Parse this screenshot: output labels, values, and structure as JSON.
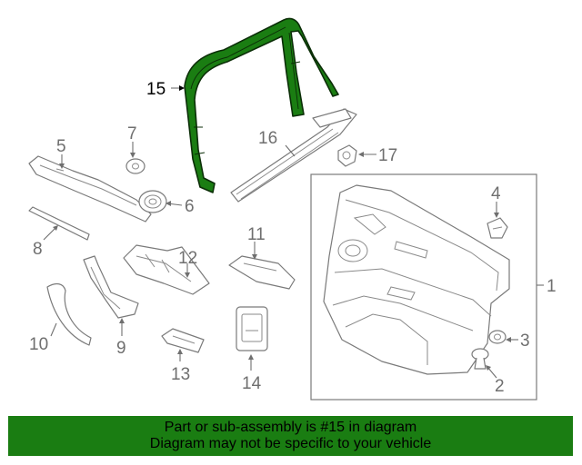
{
  "diagram": {
    "highlight_color": "#1a7d12",
    "highlighted_part": "15",
    "callouts": {
      "c1": "1",
      "c2": "2",
      "c3": "3",
      "c4": "4",
      "c5": "5",
      "c6": "6",
      "c7": "7",
      "c8": "8",
      "c9": "9",
      "c10": "10",
      "c11": "11",
      "c12": "12",
      "c13": "13",
      "c14": "14",
      "c15": "15",
      "c16": "16",
      "c17": "17"
    }
  },
  "banner": {
    "line1": "Part or sub-assembly is #15 in diagram",
    "line2": "Diagram may not be specific to your vehicle",
    "background": "#1a7d12"
  }
}
